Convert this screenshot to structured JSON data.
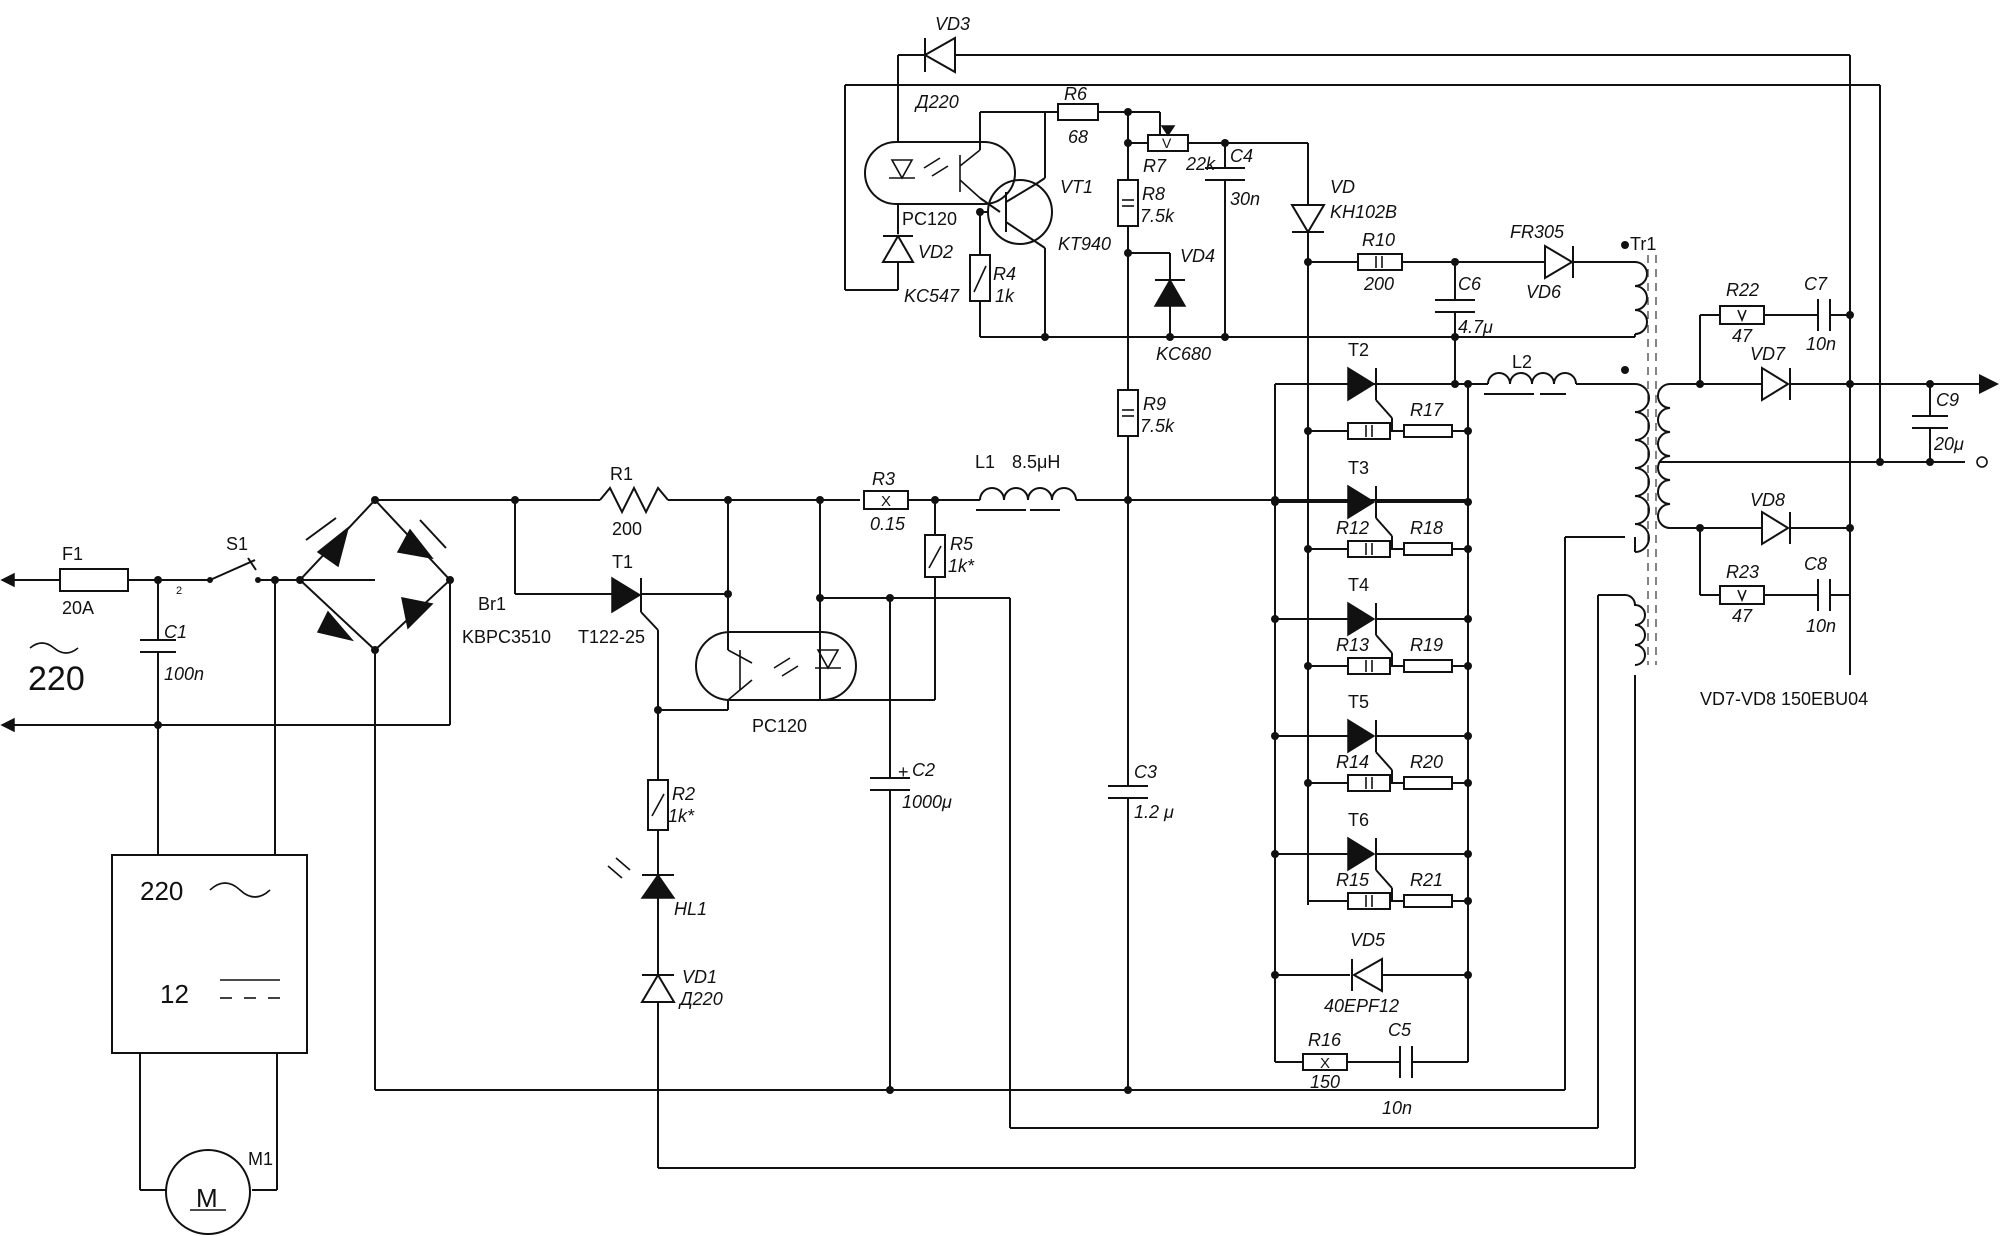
{
  "mains": {
    "voltage": "220",
    "fuse": "F1",
    "fuse_rating": "20A",
    "switch": "S1",
    "pin2": "2"
  },
  "c1": {
    "name": "C1",
    "value": "100n"
  },
  "bridge": {
    "name": "Br1",
    "part": "KBPC3510"
  },
  "r1": {
    "name": "R1",
    "value": "200"
  },
  "t1": {
    "name": "T1",
    "part": "T122-25"
  },
  "r2": {
    "name": "R2",
    "value": "1k*"
  },
  "hl1": {
    "name": "HL1"
  },
  "vd1": {
    "name": "VD1",
    "part": "Д220"
  },
  "r3": {
    "name": "R3",
    "value": "0.15"
  },
  "r5": {
    "name": "R5",
    "value": "1k*"
  },
  "l1": {
    "name": "L1",
    "value": "8.5μH"
  },
  "pc_bottom": {
    "name": "PC120"
  },
  "c2": {
    "name": "C2",
    "value": "1000μ",
    "plus": "+"
  },
  "c3": {
    "name": "C3",
    "value": "1.2 μ"
  },
  "psu": {
    "in_voltage": "220",
    "out_voltage": "12"
  },
  "m1": {
    "name": "M1",
    "symbol": "M"
  },
  "vd3": {
    "name": "VD3",
    "part": "Д220"
  },
  "pc_top": {
    "name": "PC120"
  },
  "vd2": {
    "name": "VD2",
    "part": "KC547"
  },
  "r4": {
    "name": "R4",
    "value": "1k"
  },
  "vt1": {
    "name": "VT1",
    "part": "KT940"
  },
  "r6": {
    "name": "R6",
    "value": "68"
  },
  "r7": {
    "name": "R7",
    "value": "22k"
  },
  "r8": {
    "name": "R8",
    "value": "7.5k"
  },
  "c4": {
    "name": "C4",
    "value": "30n"
  },
  "vd4": {
    "name": "VD4",
    "part": "KC680"
  },
  "vd": {
    "name": "VD",
    "part": "KH102B"
  },
  "r9": {
    "name": "R9",
    "value": "7.5k"
  },
  "r10": {
    "name": "R10",
    "value": "200"
  },
  "c6": {
    "name": "C6",
    "value": "4.7μ"
  },
  "vd6": {
    "name": "VD6",
    "part": "FR305"
  },
  "tr1": {
    "name": "Tr1"
  },
  "l2": {
    "name": "L2"
  },
  "thyristors": [
    "T2",
    "T3",
    "T4",
    "T5",
    "T6"
  ],
  "gate_resistors": [
    "R12",
    "R13",
    "R14",
    "R15"
  ],
  "series_resistors": [
    "R17",
    "R18",
    "R19",
    "R20",
    "R21"
  ],
  "vd5": {
    "name": "VD5",
    "part": "40EPF12"
  },
  "r16": {
    "name": "R16",
    "value": "150"
  },
  "c5": {
    "name": "C5",
    "value": "10n"
  },
  "r22": {
    "name": "R22",
    "value": "47"
  },
  "c7": {
    "name": "C7",
    "value": "10n"
  },
  "vd7": {
    "name": "VD7"
  },
  "vd8": {
    "name": "VD8"
  },
  "r23": {
    "name": "R23",
    "value": "47"
  },
  "c8": {
    "name": "C8",
    "value": "10n"
  },
  "c9": {
    "name": "C9",
    "value": "20μ"
  },
  "note": "VD7-VD8 150EBU04",
  "symbols": {
    "resistor_wirewound": "X",
    "resistor_film": "II",
    "resistor_var": "V"
  }
}
